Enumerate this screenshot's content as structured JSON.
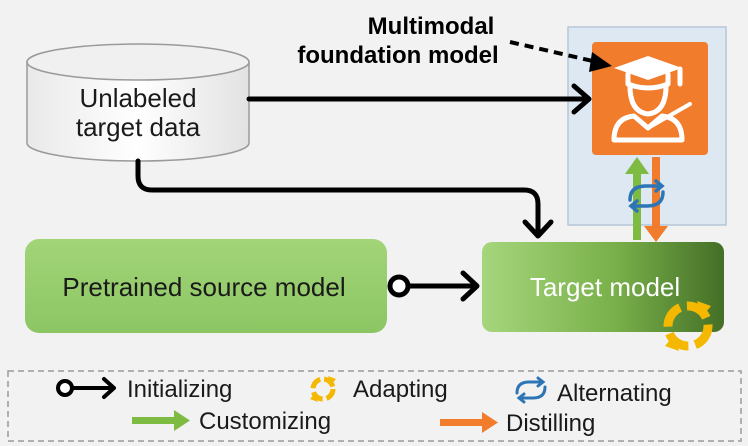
{
  "diagram": {
    "foundation_label_line1": "Multimodal",
    "foundation_label_line2": "foundation model",
    "data_label_line1": "Unlabeled",
    "data_label_line2": "target data",
    "source_model_label": "Pretrained source model",
    "target_model_label": "Target model"
  },
  "legend": {
    "initializing": "Initializing",
    "adapting": "Adapting",
    "alternating": "Alternating",
    "customizing": "Customizing",
    "distilling": "Distilling"
  },
  "colors": {
    "foundation_bg": "#f07c2c",
    "panel_bg": "#dde8f3",
    "customize_arrow": "#7dbb42",
    "distill_arrow": "#f07c2c",
    "adapt_icon": "#f5b800",
    "alternate_icon": "#2e75b6",
    "source_green": "#96cc6c",
    "target_green_dark": "#4a7a2a"
  }
}
